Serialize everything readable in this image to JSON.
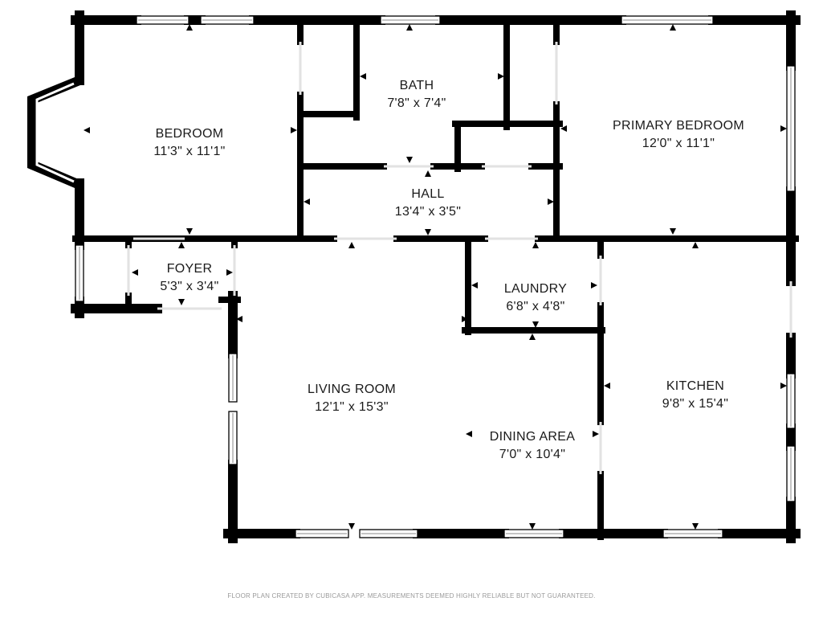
{
  "rooms": [
    {
      "id": "bedroom",
      "name": "BEDROOM",
      "dims": "11'3\" x 11'1\""
    },
    {
      "id": "bath",
      "name": "BATH",
      "dims": "7'8\" x 7'4\""
    },
    {
      "id": "primary-bedroom",
      "name": "PRIMARY BEDROOM",
      "dims": "12'0\" x 11'1\""
    },
    {
      "id": "hall",
      "name": "HALL",
      "dims": "13'4\" x 3'5\""
    },
    {
      "id": "foyer",
      "name": "FOYER",
      "dims": "5'3\" x 3'4\""
    },
    {
      "id": "laundry",
      "name": "LAUNDRY",
      "dims": "6'8\" x 4'8\""
    },
    {
      "id": "living-room",
      "name": "LIVING ROOM",
      "dims": "12'1\" x 15'3\""
    },
    {
      "id": "kitchen",
      "name": "KITCHEN",
      "dims": "9'8\" x 15'4\""
    },
    {
      "id": "dining-area",
      "name": "DINING AREA",
      "dims": "7'0\" x 10'4\""
    }
  ],
  "footer": "FLOOR PLAN CREATED BY CUBICASA APP. MEASUREMENTS DEEMED HIGHLY RELIABLE BUT NOT GUARANTEED.",
  "colors": {
    "wall": "#000000",
    "window_frame": "#000000",
    "background": "#ffffff"
  }
}
